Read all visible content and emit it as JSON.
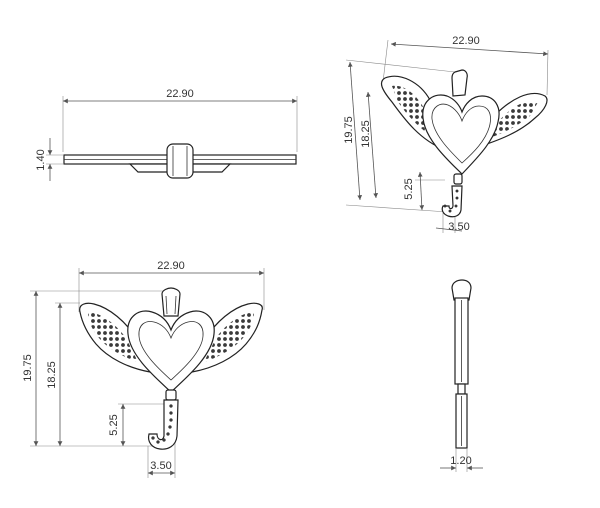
{
  "views": {
    "top": {
      "width_label": "22.90",
      "thickness_label": "1.40"
    },
    "iso": {
      "width_label": "22.90",
      "height_label": "19.75",
      "inner_height_label": "18.25",
      "letter_height_label": "5.25",
      "letter_width_label": "3.50"
    },
    "front": {
      "width_label": "22.90",
      "height_label": "19.75",
      "inner_height_label": "18.25",
      "letter_height_label": "5.25",
      "letter_width_label": "3.50"
    },
    "side": {
      "depth_label": "1.20"
    }
  },
  "colors": {
    "line": "#222222",
    "dimension": "#555555",
    "stone": "#3a3a3a"
  }
}
